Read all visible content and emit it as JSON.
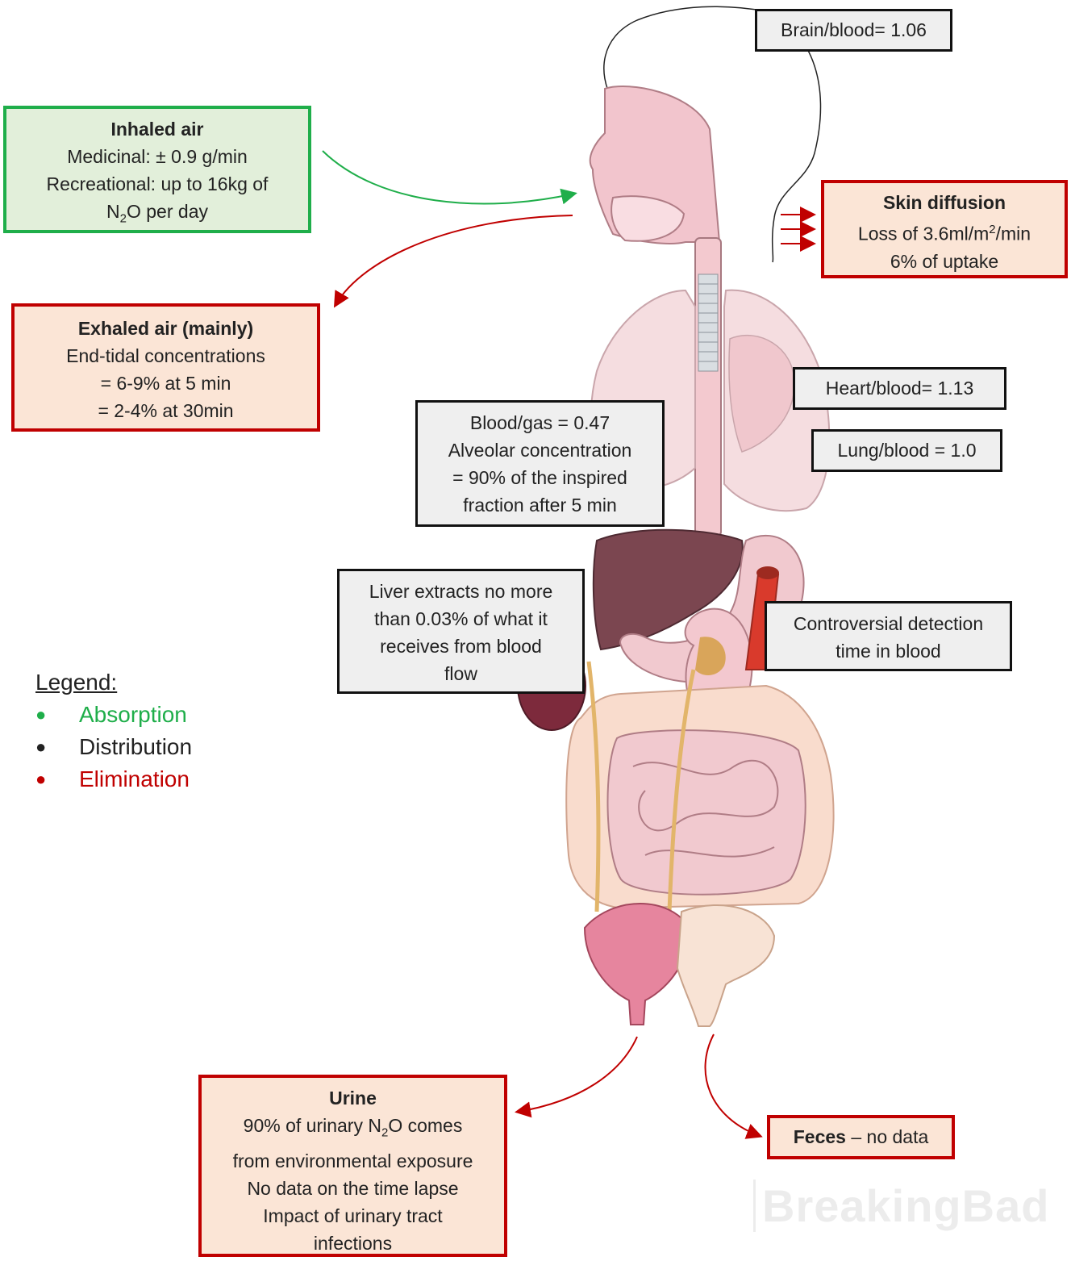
{
  "boxes": {
    "brain": "Brain/blood= 1.06",
    "inhaled": {
      "title": "Inhaled air",
      "line1": "Medicinal: ± 0.9 g/min",
      "line2": "Recreational: up to 16kg of",
      "line3_pre": "N",
      "line3_sub": "2",
      "line3_post": "O per day"
    },
    "skin": {
      "title": "Skin diffusion",
      "line1_pre": "Loss of 3.6ml/m",
      "line1_sup": "2",
      "line1_post": "/min",
      "line2": "6% of uptake"
    },
    "exhaled": {
      "title": "Exhaled air (mainly)",
      "line1": "End-tidal concentrations",
      "line2": "= 6-9% at 5 min",
      "line3": "= 2-4% at 30min"
    },
    "heart": "Heart/blood=  1.13",
    "lung": "Lung/blood = 1.0",
    "bloodgas": {
      "line1": "Blood/gas = 0.47",
      "line2": "Alveolar concentration",
      "line3": "= 90% of the inspired",
      "line4": "fraction after 5 min"
    },
    "liver": {
      "line1": "Liver extracts no more",
      "line2": "than 0.03% of what it",
      "line3": "receives from blood",
      "line4": "flow"
    },
    "controversial": {
      "line1": "Controversial detection",
      "line2": "time in blood"
    },
    "urine": {
      "title": "Urine",
      "line1_pre": "90% of urinary N",
      "line1_sub": "2",
      "line1_post": "O comes",
      "line2": "from environmental exposure",
      "line3": "No data on the time lapse",
      "line4": "Impact of urinary tract",
      "line5": "infections"
    },
    "feces": {
      "title": "Feces",
      "rest": " – no data"
    }
  },
  "legend": {
    "title": "Legend:",
    "items": [
      {
        "label": "Absorption",
        "color": "#1fae4a"
      },
      {
        "label": "Distribution",
        "color": "#222222"
      },
      {
        "label": "Elimination",
        "color": "#c00000"
      }
    ]
  },
  "watermark": "BreakingBad",
  "colors": {
    "absorption": "#1fae4a",
    "elimination": "#c00000",
    "distribution": "#222222"
  }
}
